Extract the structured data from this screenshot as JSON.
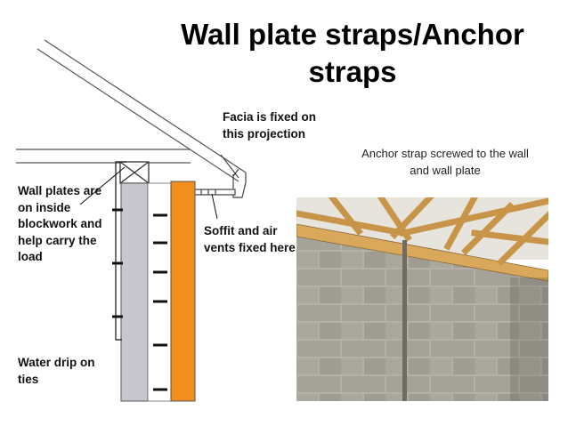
{
  "title": "Wall plate straps/Anchor straps",
  "labels": {
    "facia": "Facia is fixed on this projection",
    "wall_plates": "Wall plates are on inside blockwork and help carry the load",
    "soffit": "Soffit and air vents fixed here",
    "water_drip": "Water drip on ties",
    "anchor_strap": "Anchor strap screwed to the wall and wall plate"
  },
  "colors": {
    "outer_leaf": "#f28e1c",
    "inner_leaf": "#c9c7ce",
    "blockwork": "#a9a79c",
    "timber": "#d9a85a",
    "strap": "#6f6a62"
  }
}
